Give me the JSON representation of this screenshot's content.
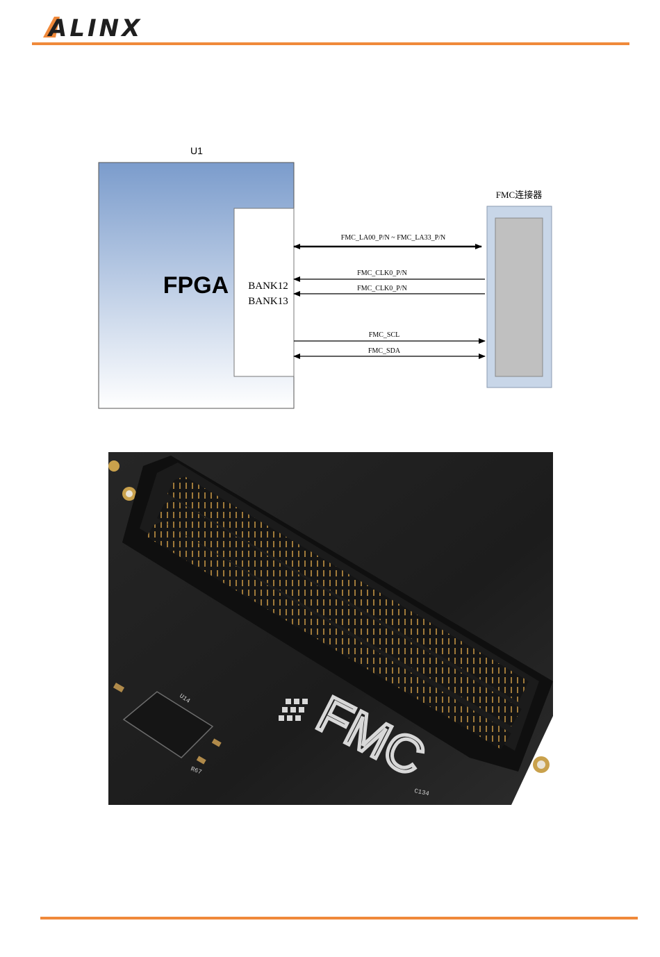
{
  "header": {
    "brand": "ALINX"
  },
  "diagram": {
    "chip_ref": "U1",
    "chip_label": "FPGA",
    "banks": [
      "BANK12",
      "BANK13"
    ],
    "connector_label": "FMC连接器",
    "signals": [
      {
        "label": "FMC_LA00_P/N ~ FMC_LA33_P/N",
        "direction": "bidirectional"
      },
      {
        "label": "FMC_CLK0_P/N",
        "direction": "to-fpga"
      },
      {
        "label": "FMC_CLK0_P/N",
        "direction": "to-fpga"
      },
      {
        "label": "FMC_SCL",
        "direction": "to-connector"
      },
      {
        "label": "FMC_SDA",
        "direction": "bidirectional"
      }
    ]
  },
  "photo": {
    "board_text": "FMC",
    "silkscreen": [
      "U14",
      "C134",
      "R67"
    ]
  },
  "colors": {
    "accent": "#f0893a",
    "logo_dark": "#1f1f1f",
    "fpga_gradient_top": "#7b9ccc",
    "connector_fill": "#c8d6e8"
  }
}
